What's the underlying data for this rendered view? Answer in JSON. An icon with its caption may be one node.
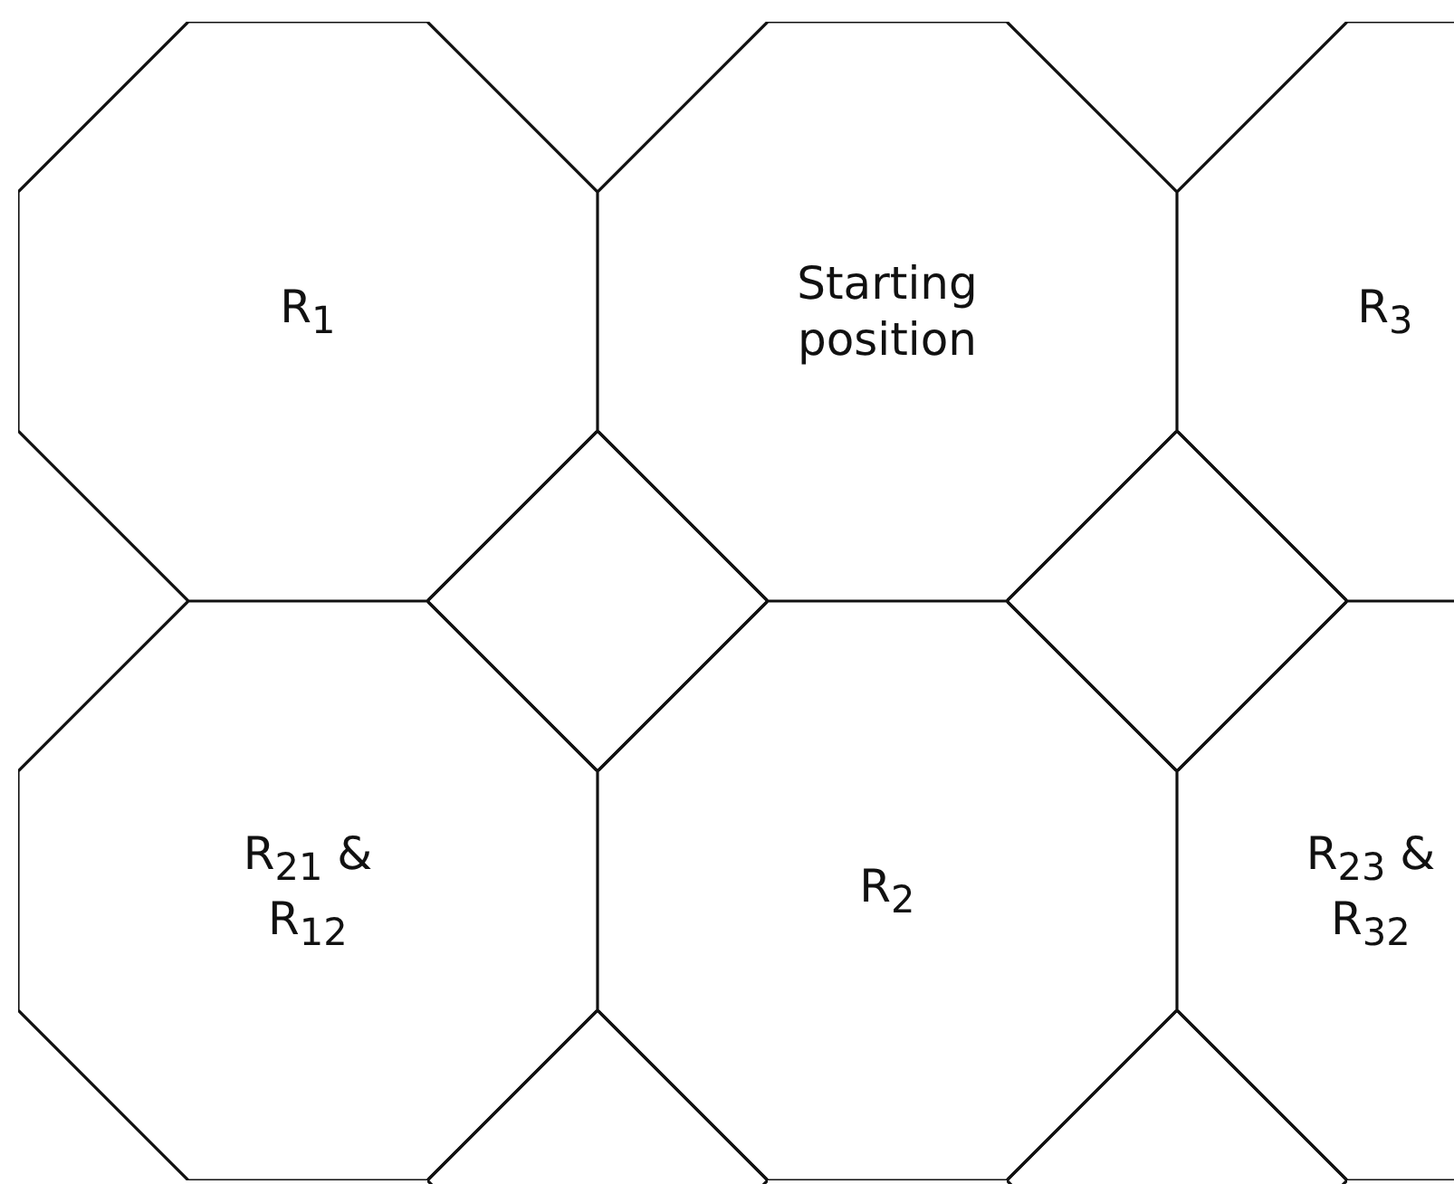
{
  "diagram": {
    "nodes": [
      {
        "text": [
          "R$_{1}$"
        ]
      },
      {
        "text": [
          "Starting position"
        ]
      },
      {
        "text": [
          "R$_{3}$"
        ]
      },
      {
        "text": [],
        "shape": "diamond"
      },
      {
        "text": [],
        "shape": "diamond"
      },
      {
        "text": [
          "R$_{21}$ & R$_{12}$"
        ]
      },
      {
        "text": [
          "R$_{2}$"
        ]
      },
      {
        "text": [
          "R$_{23}$ & R$_{32}$"
        ]
      },
      {
        "text": [],
        "shape": "diamond"
      },
      {
        "text": [],
        "shape": "diamond"
      }
    ]
  }
}
